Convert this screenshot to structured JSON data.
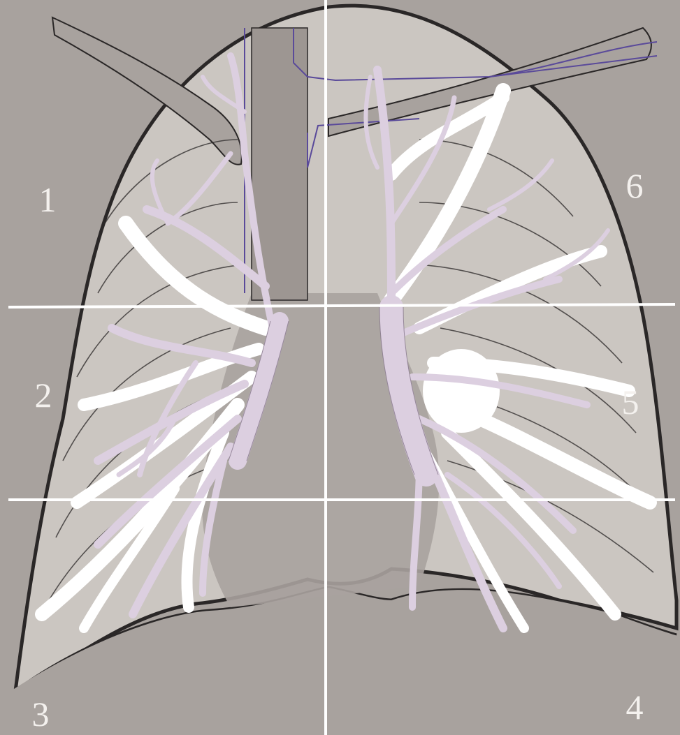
{
  "zones": {
    "upper_left": "1",
    "middle_left": "2",
    "lower_left": "3",
    "lower_right": "4",
    "middle_right": "5",
    "upper_right": "6"
  },
  "colors": {
    "background": "#a8a29e",
    "lung_field": "#cbc6c1",
    "lung_outline": "#2a2727",
    "vessels_artery": "#dccfe0",
    "vessels_vein": "#ffffff",
    "trachea": "#9d9692",
    "grid_lines": "#ffffff",
    "mediastinum_wire": "#5a4a9a"
  }
}
